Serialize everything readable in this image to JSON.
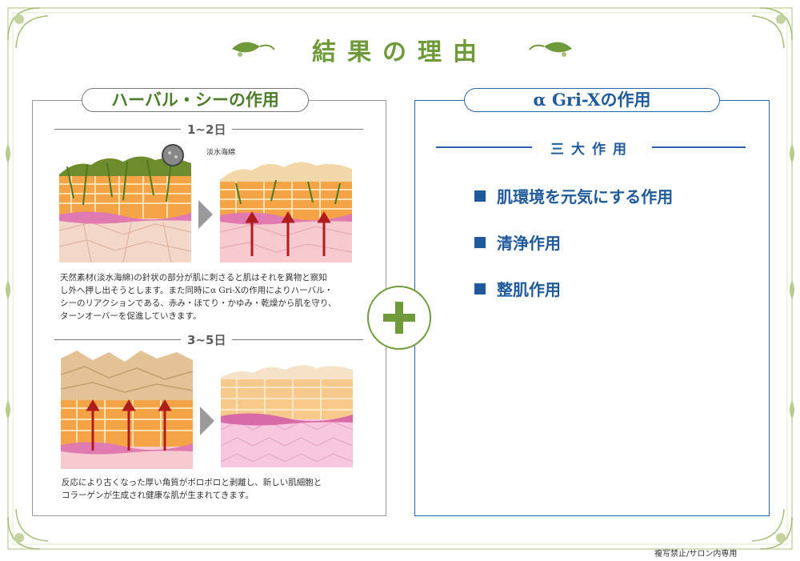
{
  "title": "結果の理由",
  "left_panel": {
    "heading": "ハーバル・シーの作用",
    "stage1": {
      "label": "1~2日",
      "badge_label": "淡水海綿",
      "description_lines": [
        "天然素材(淡水海綿)の針状の部分が肌に刺さると肌はそれを異物と察知",
        "し外へ押し出そうとします。また同時にα Gri-Xの作用によりハーバル・",
        "シーのリアクションである、赤み・ほてり・かゆみ・乾燥から肌を守り、",
        "ターンオーバーを促進していきます。"
      ]
    },
    "stage2": {
      "label": "3~5日",
      "description_lines": [
        "反応により古くなった厚い角質がボロボロと剥離し、新しい肌細胞と",
        "コラーゲンが生成され健康な肌が生まれてきます。"
      ]
    }
  },
  "right_panel": {
    "heading": "α Gri-Xの作用",
    "subheading": "三大作用",
    "effects": [
      "肌環境を元気にする作用",
      "清浄作用",
      "整肌作用"
    ]
  },
  "footer": "複写禁止/サロン内専用",
  "colors": {
    "green_accent": "#6e9a3a",
    "blue_accent": "#1f5b9c",
    "skin_orange": "#f0a040",
    "arrow_red": "#b01c1c"
  }
}
